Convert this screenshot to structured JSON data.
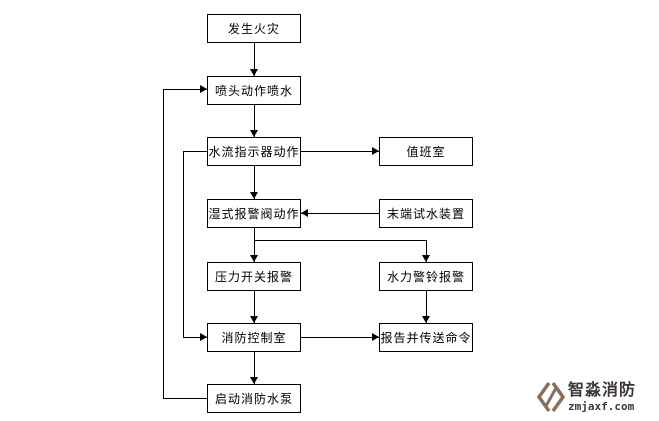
{
  "diagram": {
    "nodes": [
      {
        "id": "fire-occurs",
        "label": "发生火灾"
      },
      {
        "id": "sprinkler-sprays",
        "label": "喷头动作喷水"
      },
      {
        "id": "flow-indicator",
        "label": "水流指示器动作"
      },
      {
        "id": "duty-room",
        "label": "值班室"
      },
      {
        "id": "wet-alarm-valve",
        "label": "湿式报警阀动作"
      },
      {
        "id": "end-test-device",
        "label": "末端试水装置"
      },
      {
        "id": "pressure-switch",
        "label": "压力开关报警"
      },
      {
        "id": "hydraulic-bell",
        "label": "水力警铃报警"
      },
      {
        "id": "fire-control-room",
        "label": "消防控制室"
      },
      {
        "id": "report-command",
        "label": "报告并传送命令"
      },
      {
        "id": "start-fire-pump",
        "label": "启动消防水泵"
      }
    ],
    "edges": [
      {
        "from": "fire-occurs",
        "to": "sprinkler-sprays"
      },
      {
        "from": "sprinkler-sprays",
        "to": "flow-indicator"
      },
      {
        "from": "flow-indicator",
        "to": "duty-room"
      },
      {
        "from": "flow-indicator",
        "to": "wet-alarm-valve"
      },
      {
        "from": "end-test-device",
        "to": "wet-alarm-valve"
      },
      {
        "from": "wet-alarm-valve",
        "to": "pressure-switch"
      },
      {
        "from": "wet-alarm-valve",
        "to": "hydraulic-bell"
      },
      {
        "from": "pressure-switch",
        "to": "fire-control-room"
      },
      {
        "from": "hydraulic-bell",
        "to": "report-command"
      },
      {
        "from": "fire-control-room",
        "to": "report-command"
      },
      {
        "from": "fire-control-room",
        "to": "start-fire-pump"
      },
      {
        "from": "flow-indicator",
        "to": "fire-control-room"
      },
      {
        "from": "start-fire-pump",
        "to": "sprinkler-sprays"
      }
    ],
    "line_color": "#000000"
  },
  "watermark": {
    "brand": "智淼消防",
    "domain": "zmjaxf.com",
    "logo_color": "#8b6e5a"
  }
}
